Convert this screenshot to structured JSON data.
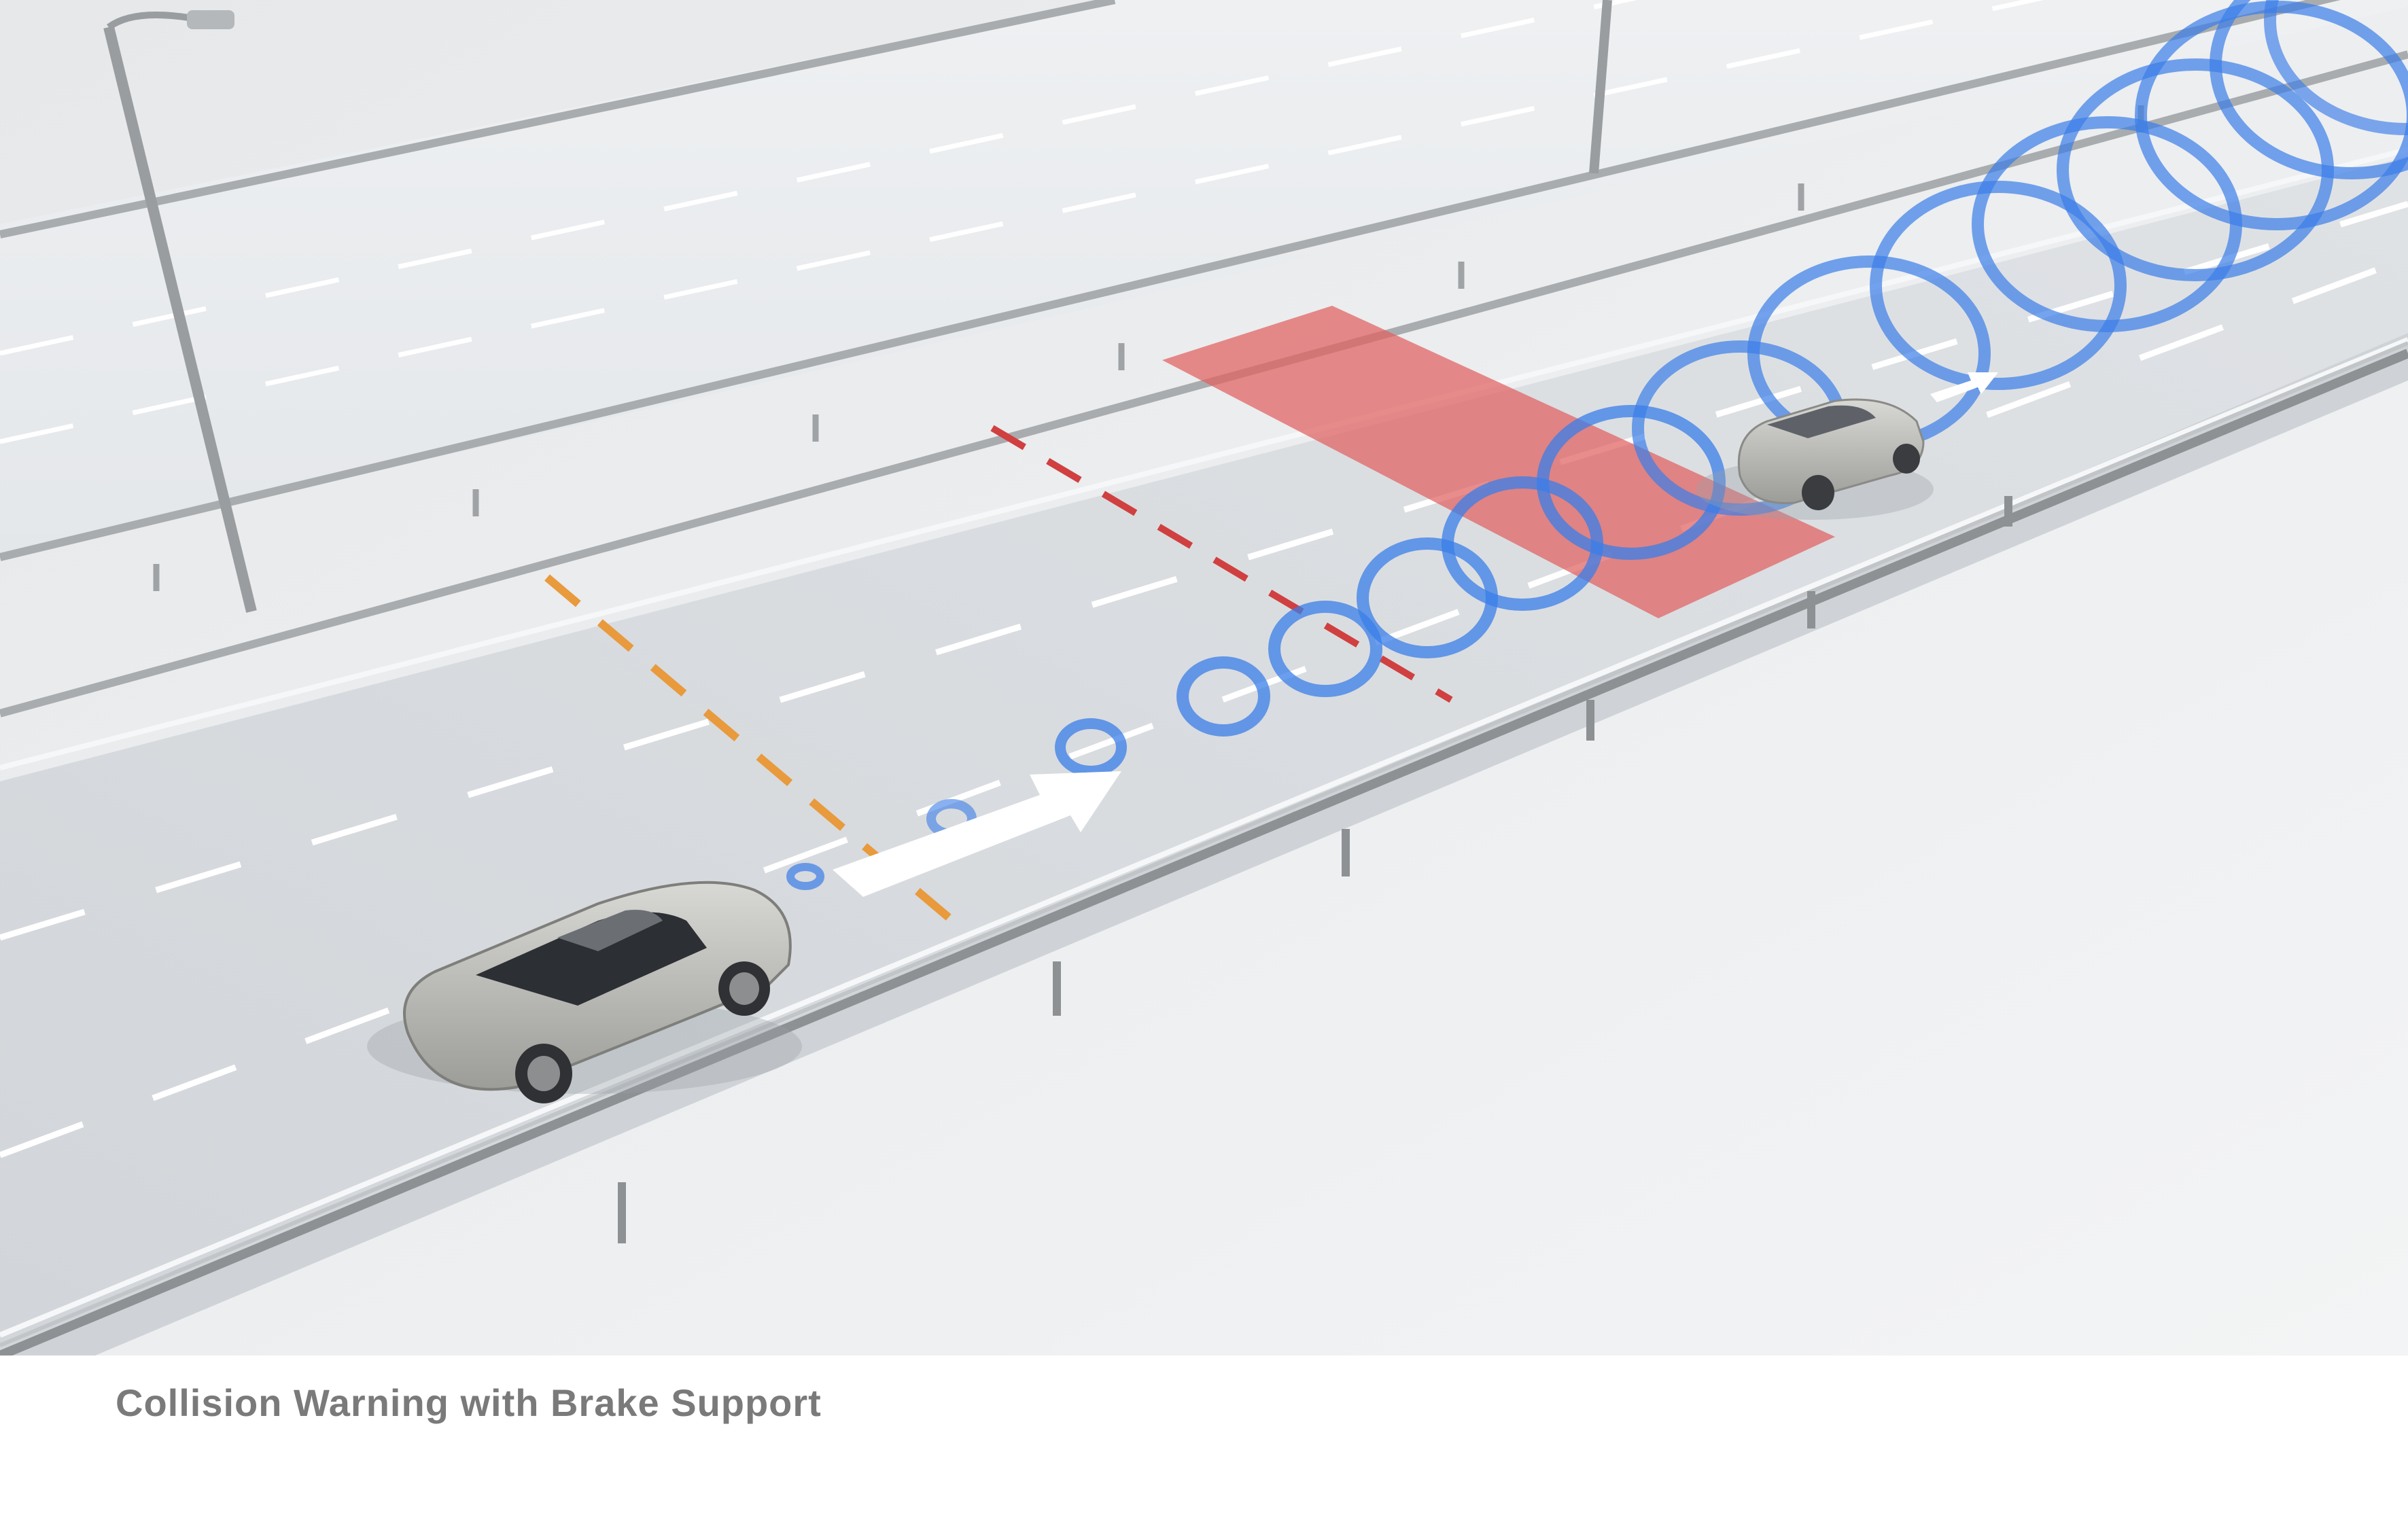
{
  "caption": "Collision Warning with Brake Support",
  "colors": {
    "background": "#ffffff",
    "road_surface": "#d4d8dc",
    "caption_text": "#7a7a7a",
    "warning_zone": "#e06060",
    "warning_line": "#d04040",
    "caution_line": "#e89a3c",
    "radar_wave": "#3a7de8",
    "arrow": "#ffffff",
    "car_body": "#b8b8b4"
  },
  "icons": [
    "street-lamp",
    "guardrail",
    "forward-arrow",
    "radar-wave",
    "sedan-car",
    "hatchback-car"
  ]
}
